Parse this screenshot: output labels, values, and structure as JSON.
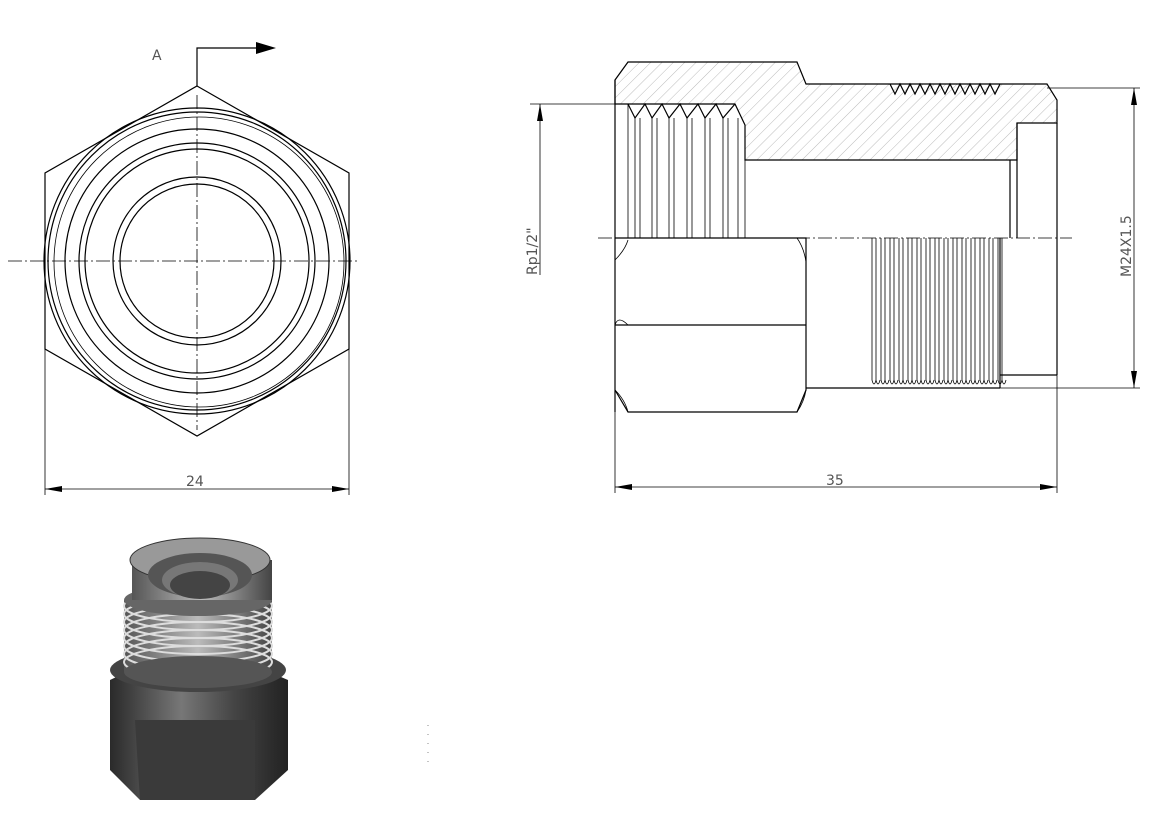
{
  "drawing": {
    "section_label": "A",
    "front_view": {
      "width_dimension": "24"
    },
    "section_view": {
      "length_dimension": "35",
      "inner_thread": "Rp1/2\"",
      "outer_thread": "M24X1.5"
    }
  },
  "colors": {
    "line": "#000000",
    "text": "#555555",
    "hatch": "#bbbbbb",
    "render": "#555555"
  }
}
